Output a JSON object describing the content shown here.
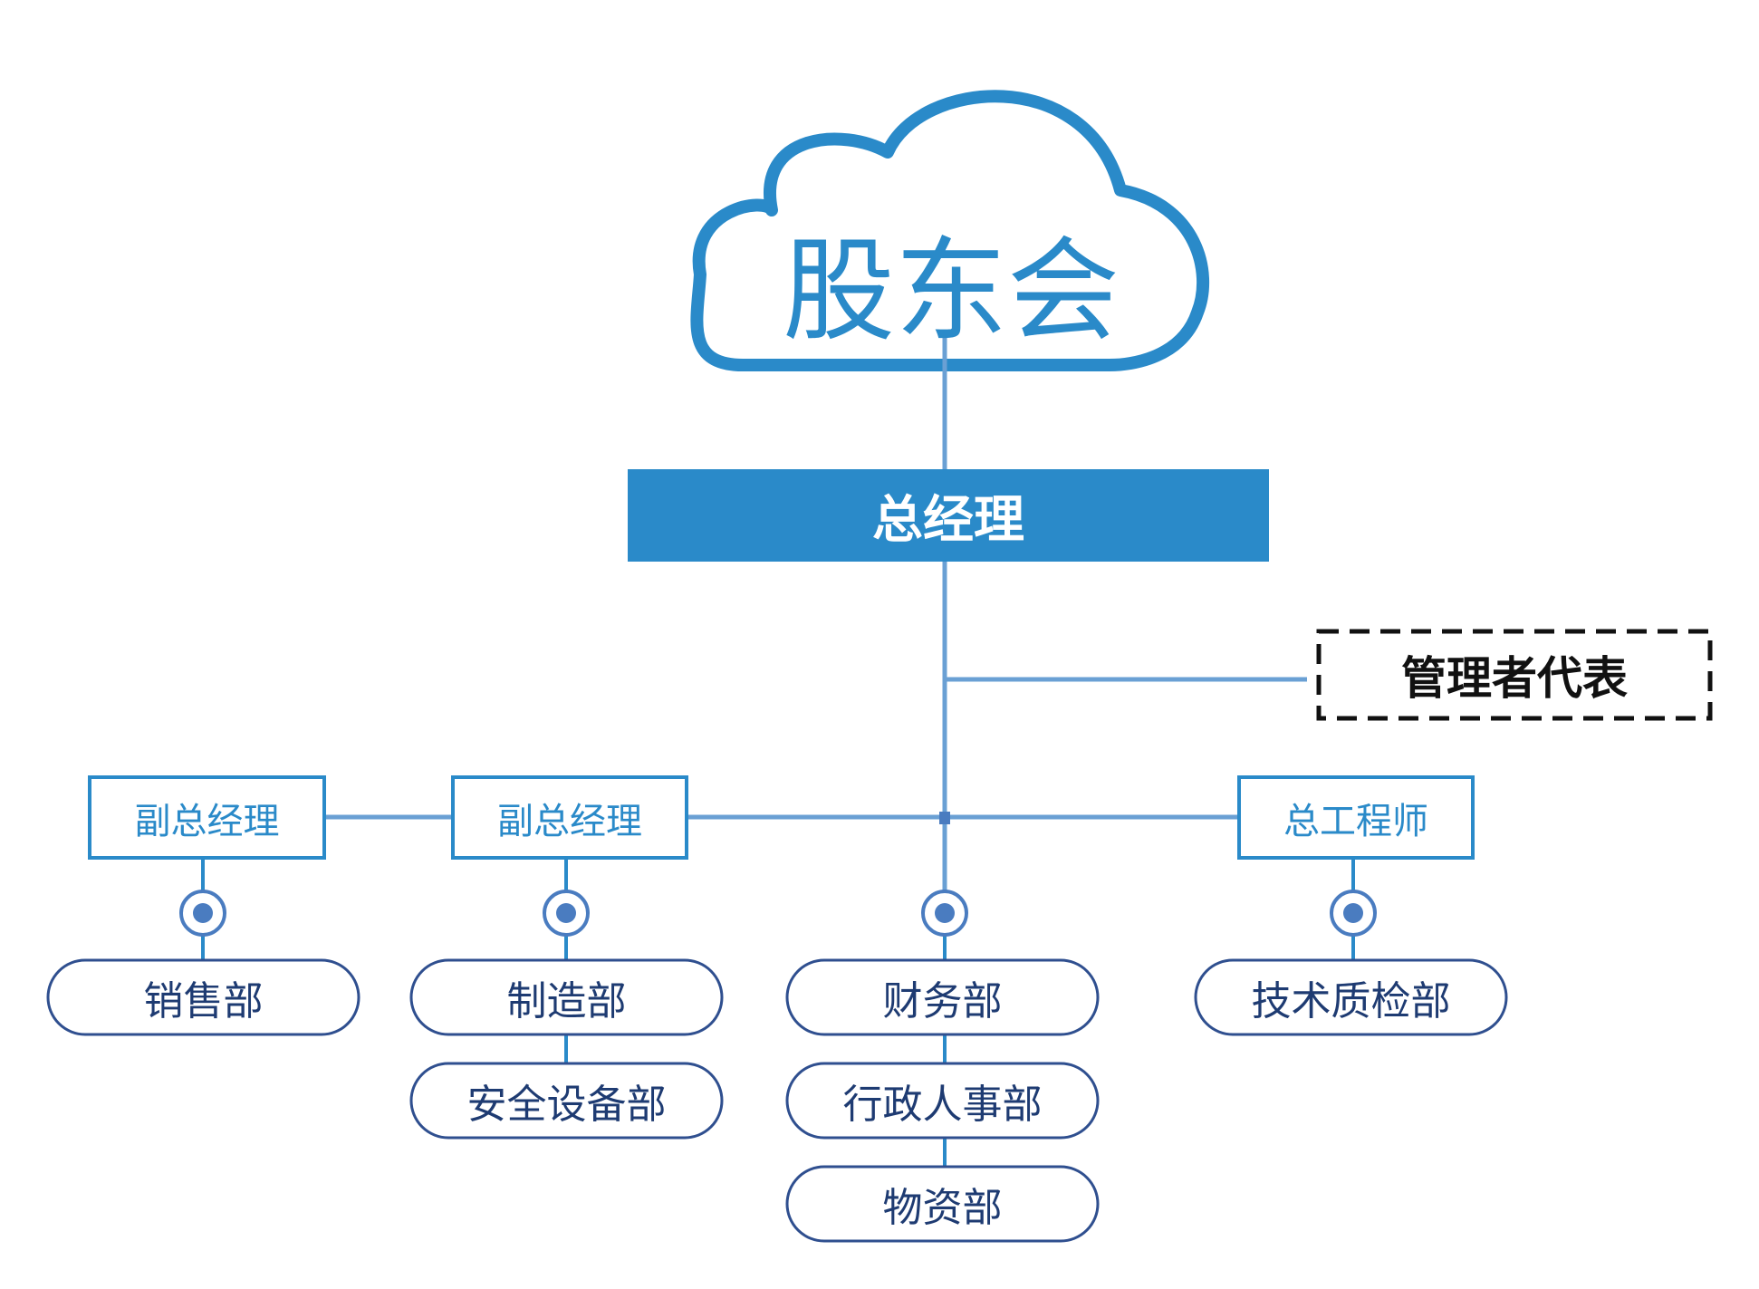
{
  "diagram": {
    "shareholders": "股东会",
    "general_manager": "总经理",
    "management_representative": "管理者代表",
    "managers": [
      "副总经理",
      "副总经理",
      "总工程师"
    ],
    "departments": [
      "销售部",
      "制造部",
      "安全设备部",
      "财务部",
      "行政人事部",
      "物资部",
      "技术质检部"
    ]
  },
  "colors": {
    "primary_blue": "#2a8ac9",
    "line_blue": "#6aa0d4",
    "dept_border": "#2f4f8f",
    "dept_text": "#1e3b72",
    "dot": "#4a7cc0"
  }
}
